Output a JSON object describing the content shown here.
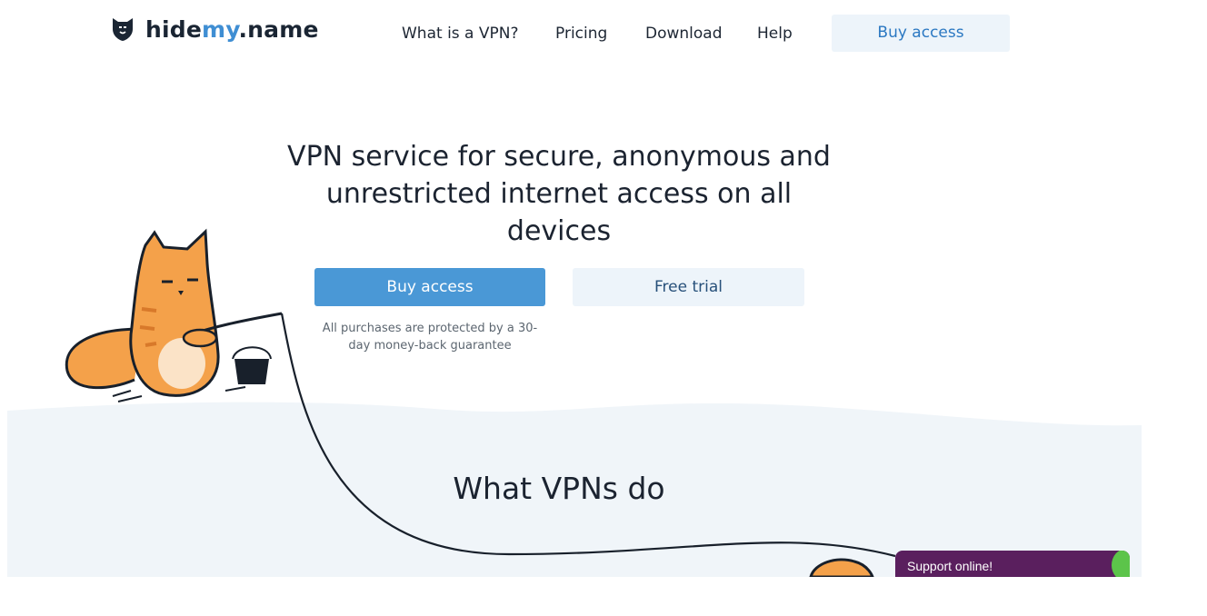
{
  "header": {
    "logo": {
      "text_main": "hide",
      "text_accent": "my",
      "text_tail": ".name",
      "icon": "shield-cat-icon"
    },
    "nav": [
      {
        "label": "What is a VPN?"
      },
      {
        "label": "Pricing"
      },
      {
        "label": "Download"
      },
      {
        "label": "Help"
      }
    ],
    "buy_label": "Buy access"
  },
  "hero": {
    "headline": "VPN service for secure, anonymous and unrestricted internet access on all devices",
    "primary_button": "Buy access",
    "secondary_button": "Free trial",
    "guarantee": "All purchases are protected by a 30-day money-back guarantee"
  },
  "section": {
    "title": "What VPNs do"
  },
  "support": {
    "label": "Support online!"
  },
  "colors": {
    "accent": "#4a98d6",
    "light_button": "#edf4fa",
    "wave": "#f0f5f9",
    "support": "#5a1f5e",
    "online": "#5cc44a"
  }
}
